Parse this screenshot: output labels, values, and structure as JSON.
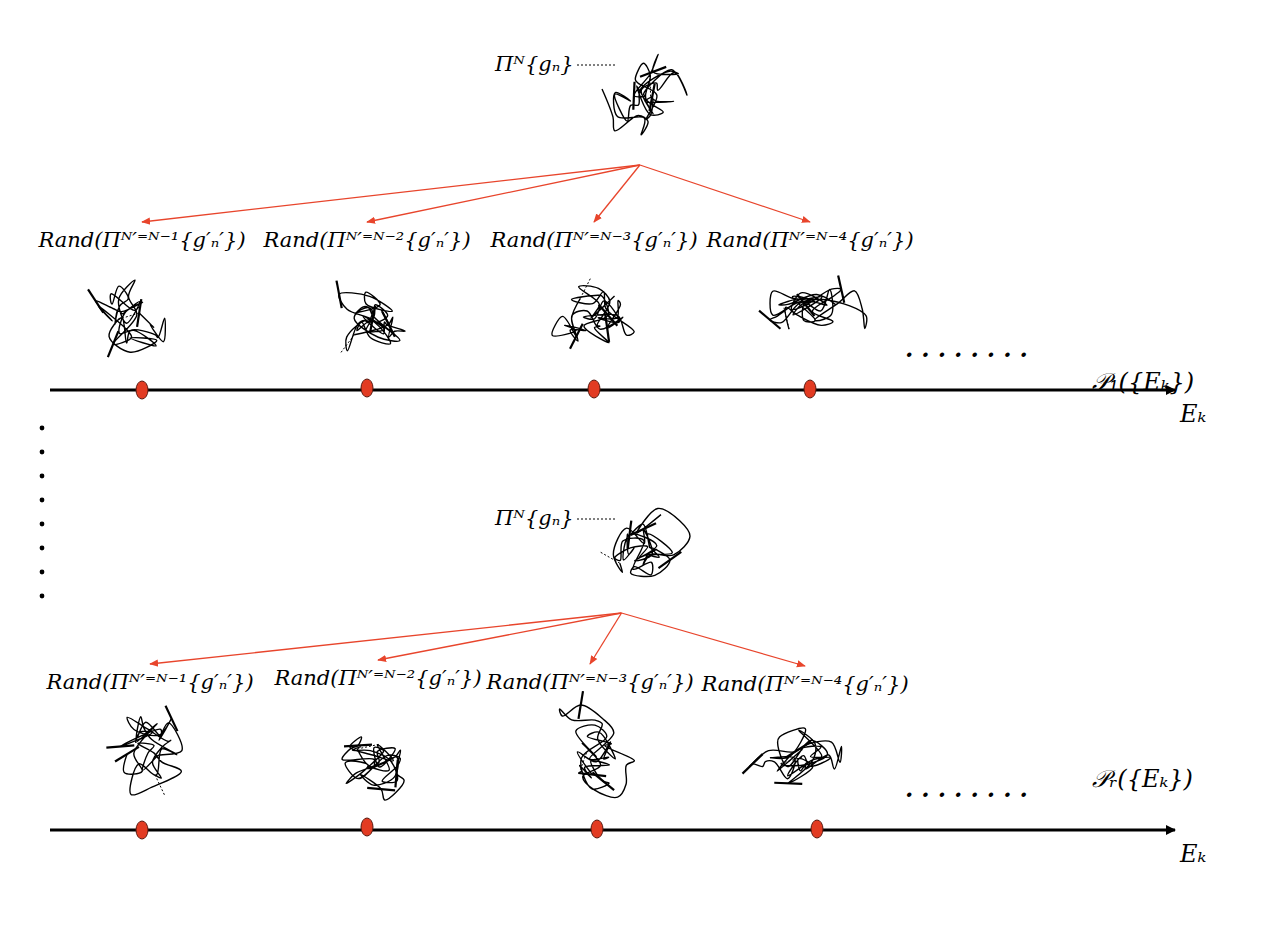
{
  "diagram": {
    "nodes": [
      {
        "text": [
          "Πᴺ{gₙ}"
        ]
      },
      {
        "text": [
          "Rand(Πᴺ′⁼ᴺ⁻¹{g′ₙ′})"
        ]
      },
      {
        "text": [
          "Rand(Πᴺ′⁼ᴺ⁻²{g′ₙ′})"
        ]
      },
      {
        "text": [
          "Rand(Πᴺ′⁼ᴺ⁻³{g′ₙ′})"
        ]
      },
      {
        "text": [
          "Rand(Πᴺ′⁼ᴺ⁻⁴{g′ₙ′})"
        ]
      },
      {
        "text": [
          "Πᴺ{gₙ}"
        ]
      },
      {
        "text": [
          "Rand(Πᴺ′⁼ᴺ⁻¹{g′ₙ′})"
        ]
      },
      {
        "text": [
          "Rand(Πᴺ′⁼ᴺ⁻²{g′ₙ′})"
        ]
      },
      {
        "text": [
          "Rand(Πᴺ′⁼ᴺ⁻³{g′ₙ′})"
        ]
      },
      {
        "text": [
          "Rand(Πᴺ′⁼ᴺ⁻⁴{g′ₙ′})"
        ]
      }
    ],
    "edges": [
      {
        "from": 0,
        "to": 1,
        "arrow": "to"
      },
      {
        "from": 0,
        "to": 2,
        "arrow": "to"
      },
      {
        "from": 0,
        "to": 3,
        "arrow": "to"
      },
      {
        "from": 0,
        "to": 4,
        "arrow": "to"
      },
      {
        "from": 5,
        "to": 6,
        "arrow": "to"
      },
      {
        "from": 5,
        "to": 7,
        "arrow": "to"
      },
      {
        "from": 5,
        "to": 8,
        "arrow": "to"
      },
      {
        "from": 5,
        "to": 9,
        "arrow": "to"
      }
    ],
    "labels": [
      "........",
      "𝒫₁({Eₖ})",
      "Eₖ",
      "........",
      "𝒫ᵣ({Eₖ})",
      "Eₖ"
    ]
  }
}
